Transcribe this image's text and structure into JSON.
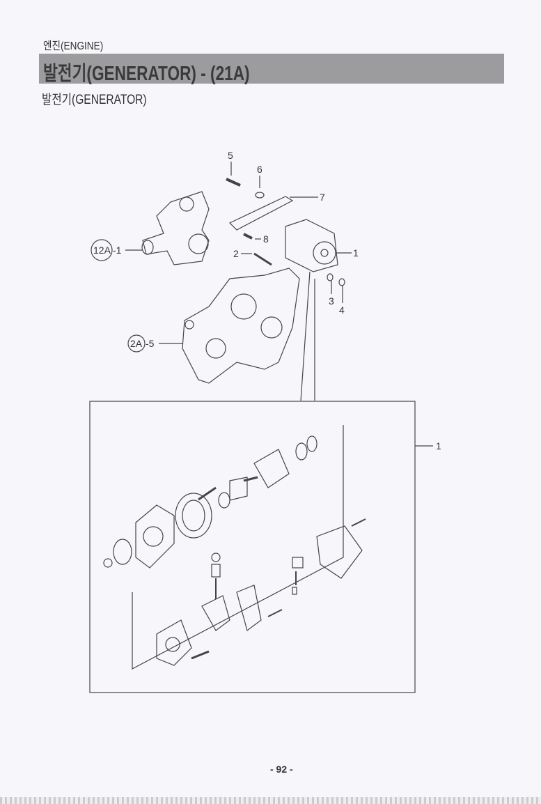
{
  "header": {
    "section": "엔진(ENGINE)",
    "title": "발전기(GENERATOR) - (21A)",
    "subtitle": "발전기(GENERATOR)"
  },
  "diagram": {
    "callouts": {
      "p5": "5",
      "p6": "6",
      "p7": "7",
      "p8": "8",
      "p1": "1",
      "p2": "2",
      "p3": "3",
      "p4": "4",
      "ref12a": "12A",
      "ref12a_suffix": "-1",
      "ref2a": "2A",
      "ref2a_suffix": "-5",
      "detail1": "1"
    }
  },
  "footer": {
    "page": "- 92 -"
  }
}
